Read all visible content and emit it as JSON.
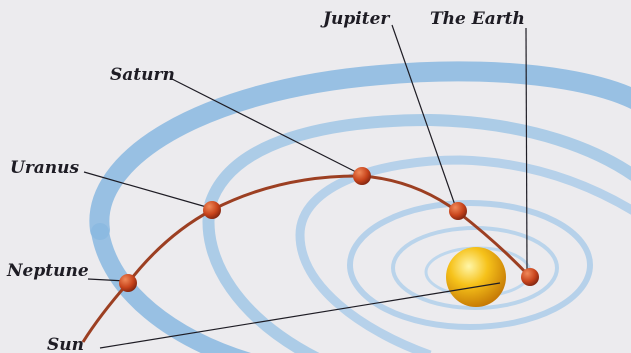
{
  "labels": {
    "sun": "Sun",
    "neptune": "Neptune",
    "uranus": "Uranus",
    "saturn": "Saturn",
    "jupiter": "Jupiter",
    "earth": "The Earth"
  },
  "colors": {
    "background": "#ecebee",
    "orbit_blue": "#7fb1dc",
    "path_line": "#9c3f22",
    "planet": "#c8441c",
    "sun": "#f2b300",
    "leader": "#1e1c24"
  }
}
